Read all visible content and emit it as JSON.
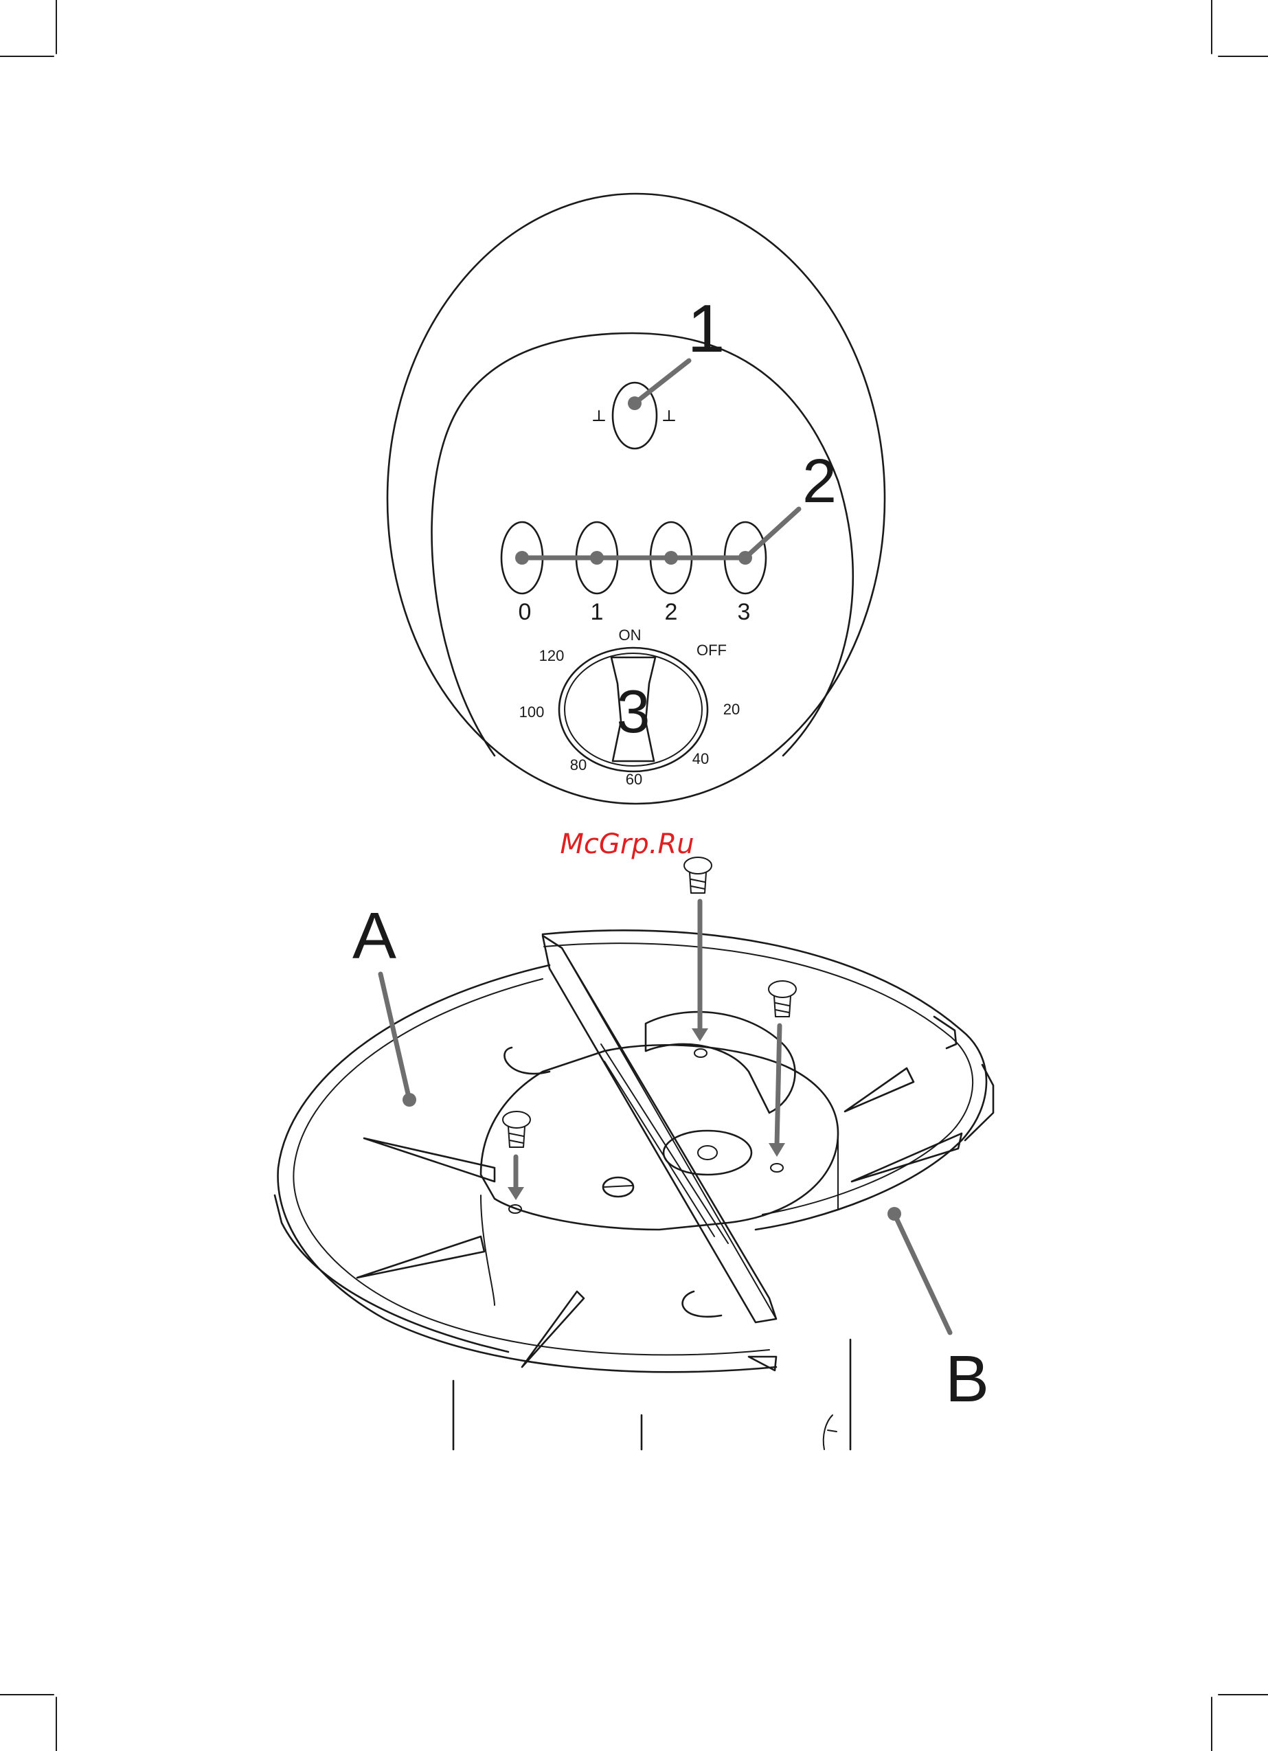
{
  "control_panel": {
    "callouts": {
      "c1": "1",
      "c2": "2",
      "c3": "3"
    },
    "speed_labels": [
      "0",
      "1",
      "2",
      "3"
    ],
    "timer": {
      "on": "ON",
      "off": "OFF",
      "marks": [
        "20",
        "40",
        "60",
        "80",
        "100",
        "120"
      ]
    }
  },
  "base_assembly": {
    "part_a": "A",
    "part_b": "B"
  },
  "watermark": "McGrp.Ru",
  "colors": {
    "callout": "#6e6e6e",
    "line": "#1a1a1a",
    "watermark": "#e02020"
  }
}
